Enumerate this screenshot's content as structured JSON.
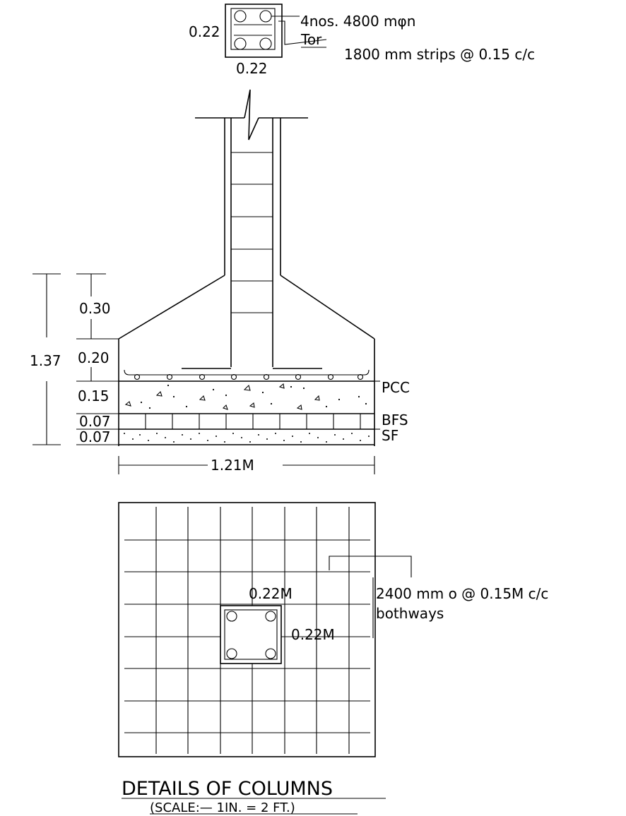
{
  "section": {
    "dim_width": "0.22",
    "dim_height": "0.22",
    "rebar_callout": "4nos. 4800 mφn",
    "rebar_callout_2": "Tor",
    "stirrup_callout": "1800 mm strips @ 0.15 c/c"
  },
  "elevation": {
    "dim_total": "1.37",
    "dim_pedestal": "0.30",
    "dim_footing": "0.20",
    "dim_pcc": "0.15",
    "dim_bfs": "0.07",
    "dim_sf": "0.07",
    "label_pcc": "PCC",
    "label_bfs": "BFS",
    "label_sf": "SF",
    "dim_base_width": "1.21M"
  },
  "plan": {
    "dim_col_width": "0.22M",
    "dim_col_height": "0.22M",
    "mesh_callout": "2400 mm o @ 0.15M c/c",
    "mesh_callout_2": "bothways"
  },
  "titles": {
    "main": "DETAILS OF COLUMNS",
    "scale": "(SCALE:— 1IN. = 2 FT.)"
  }
}
